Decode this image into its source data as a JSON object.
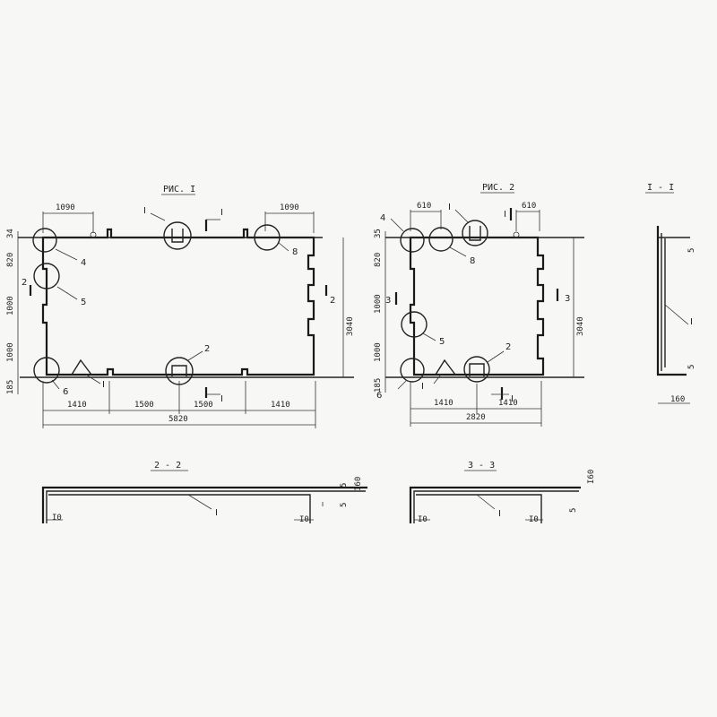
{
  "fig1": {
    "title": "РИС. I",
    "dims_top": [
      "1090",
      "1090"
    ],
    "dims_bottom": [
      "1410",
      "1500",
      "1500",
      "1410"
    ],
    "dim_total": "5820",
    "dims_left": [
      "34",
      "820",
      "1000",
      "1000",
      "185"
    ],
    "dim_right": "3040",
    "section_marks": [
      "I",
      "I",
      "2",
      "2",
      "I"
    ],
    "callouts": [
      "I",
      "4",
      "5",
      "8",
      "6",
      "I",
      "2"
    ]
  },
  "fig2": {
    "title": "РИС. 2",
    "dims_top": [
      "610",
      "610"
    ],
    "dims_bottom": [
      "1410",
      "1410"
    ],
    "dim_total": "2820",
    "dims_left": [
      "35",
      "820",
      "1000",
      "1000",
      "185"
    ],
    "dim_right": "3040",
    "section_marks": [
      "I",
      "3",
      "3",
      "I"
    ],
    "callouts": [
      "4",
      "I",
      "8",
      "5",
      "2",
      "6",
      "I"
    ]
  },
  "sect_i": {
    "title": "I - I",
    "labels": [
      "5",
      "I",
      "5",
      "160"
    ]
  },
  "sect_2": {
    "title": "2 - 2",
    "labels": [
      "5",
      "160",
      "5",
      "I",
      "I0",
      "I0"
    ]
  },
  "sect_3": {
    "title": "3 - 3",
    "labels": [
      "I60",
      "5",
      "I",
      "I0",
      "I0"
    ]
  }
}
